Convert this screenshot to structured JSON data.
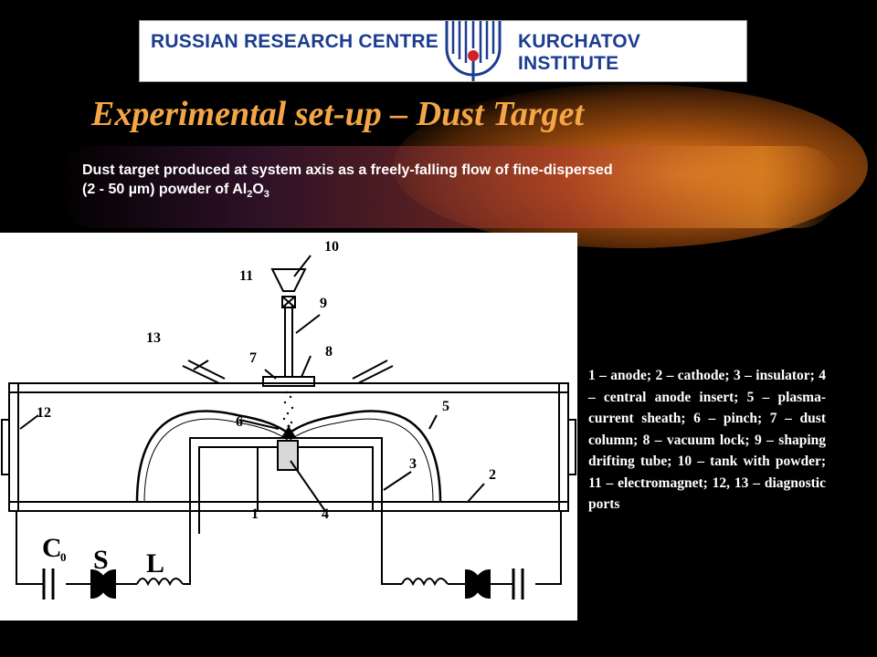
{
  "banner": {
    "left_text": "RUSSIAN RESEARCH CENTRE",
    "right_text": "KURCHATOV INSTITUTE"
  },
  "title": "Experimental set-up – Dust Target",
  "subtitle": {
    "line1": "Dust target produced at system axis as a freely-falling flow of fine-dispersed",
    "line2_pre": "(2 - 50 ",
    "line2_unit": "µm) powder of Al",
    "sub_a": "2",
    "mid": "O",
    "sub_b": "3"
  },
  "diagram": {
    "labels": [
      "1",
      "2",
      "3",
      "4",
      "5",
      "6",
      "7",
      "8",
      "9",
      "10",
      "11",
      "12",
      "13"
    ],
    "capacitor_label": "C",
    "capacitor_sub": "0",
    "switch_label": "S",
    "inductor_label": "L"
  },
  "legend": "1 – anode; 2 – cathode; 3 – insulator; 4 – central anode insert; 5 – plasma-current sheath; 6 – pinch; 7 – dust column; 8 – vacuum lock; 9 – shaping drifting tube; 10 – tank with powder; 11 – electromagnet; 12, 13 – diagnostic ports"
}
